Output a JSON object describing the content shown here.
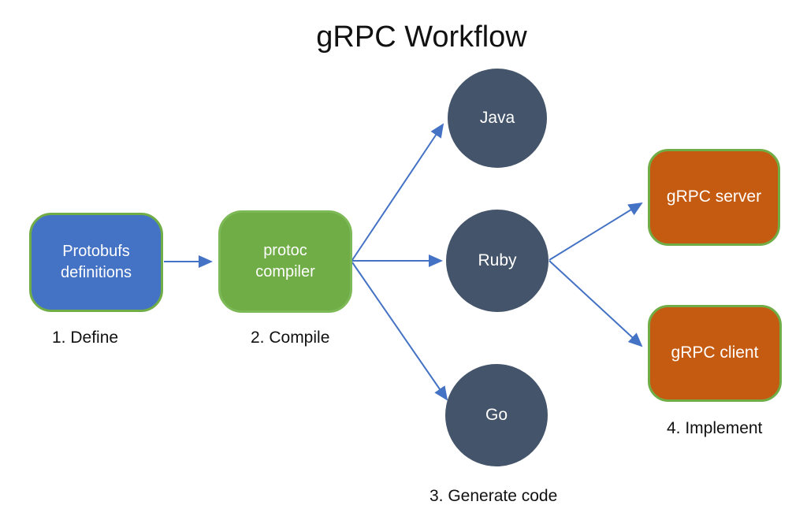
{
  "title": "gRPC Workflow",
  "nodes": {
    "protobufs": {
      "label": "Protobufs\ndefinitions"
    },
    "protoc": {
      "label": "protoc\ncompiler"
    },
    "java": {
      "label": "Java"
    },
    "ruby": {
      "label": "Ruby"
    },
    "go": {
      "label": "Go"
    },
    "grpc_server": {
      "label": "gRPC server"
    },
    "grpc_client": {
      "label": "gRPC client"
    }
  },
  "steps": {
    "define": "1. Define",
    "compile": "2. Compile",
    "generate": "3. Generate code",
    "implement": "4. Implement"
  },
  "colors": {
    "box_blue": "#4472C4",
    "box_green": "#70AD47",
    "circle_dark": "#44546A",
    "box_orange": "#C55A11",
    "border_green": "#70AD47",
    "arrow_blue": "#4472C4",
    "node_text": "#FFFFFF",
    "label_text": "#111111",
    "background": "#FFFFFF"
  }
}
